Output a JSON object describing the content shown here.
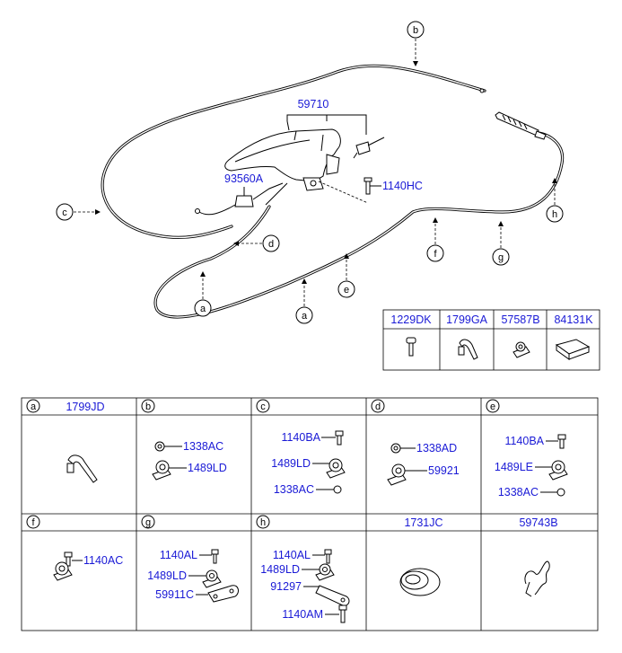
{
  "assembly": {
    "main_part": "59710",
    "sensor": "93560A",
    "bolt": "1140HC"
  },
  "callouts": {
    "a": "a",
    "b": "b",
    "c": "c",
    "d": "d",
    "e": "e",
    "f": "f",
    "g": "g",
    "h": "h"
  },
  "small_parts": {
    "headers": [
      "1229DK",
      "1799GA",
      "57587B",
      "84131K"
    ]
  },
  "detail_grid": {
    "cells": [
      {
        "letter": "a",
        "title": "1799JD",
        "labels": []
      },
      {
        "letter": "b",
        "title": "",
        "labels": [
          "1338AC",
          "1489LD"
        ]
      },
      {
        "letter": "c",
        "title": "",
        "labels": [
          "1140BA",
          "1489LD",
          "1338AC"
        ]
      },
      {
        "letter": "d",
        "title": "",
        "labels": [
          "1338AD",
          "59921"
        ]
      },
      {
        "letter": "e",
        "title": "",
        "labels": [
          "1140BA",
          "1489LE",
          "1338AC"
        ]
      },
      {
        "letter": "f",
        "title": "",
        "labels": [
          "1140AC"
        ]
      },
      {
        "letter": "g",
        "title": "",
        "labels": [
          "1140AL",
          "1489LD",
          "59911C"
        ]
      },
      {
        "letter": "h",
        "title": "",
        "labels": [
          "1140AL",
          "1489LD",
          "91297",
          "1140AM"
        ]
      },
      {
        "letter": "",
        "title": "1731JC",
        "labels": []
      },
      {
        "letter": "",
        "title": "59743B",
        "labels": []
      }
    ]
  }
}
